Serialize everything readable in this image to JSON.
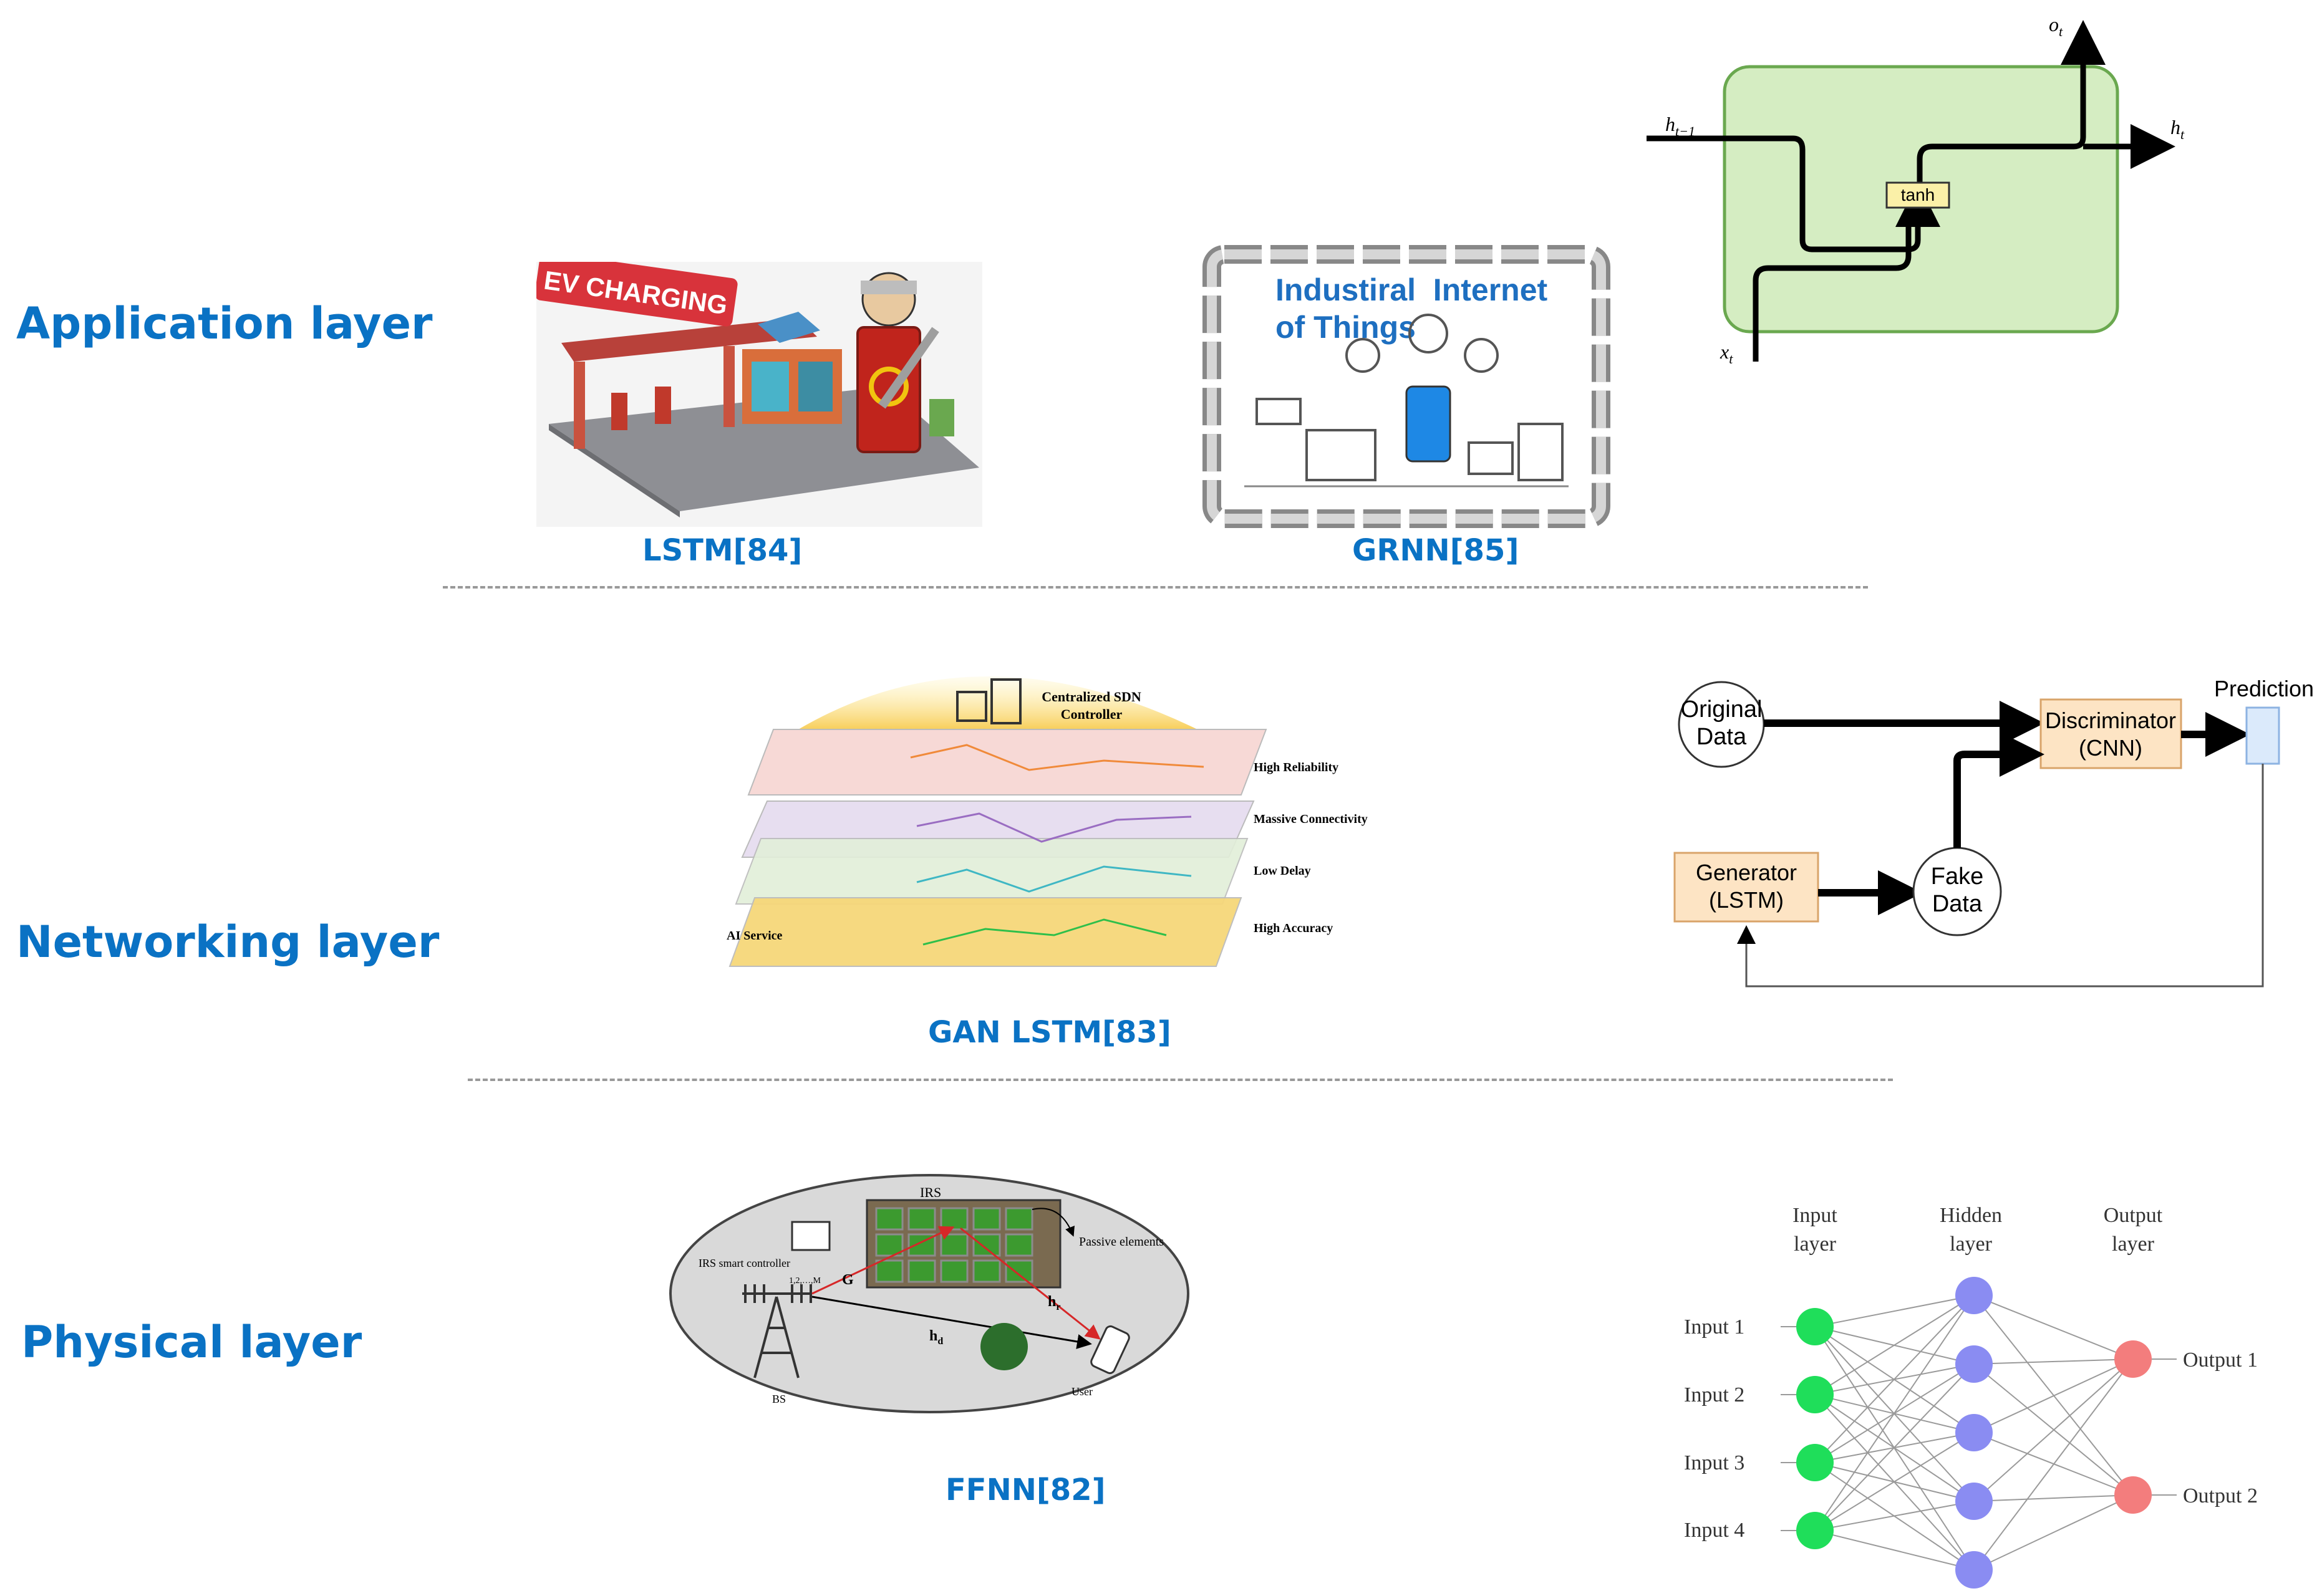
{
  "layers": {
    "application": "Application layer",
    "networking": "Networking layer",
    "physical": "Physical layer"
  },
  "captions": {
    "lstm84": "LSTM[84]",
    "grnn85": "GRNN[85]",
    "ganlstm83": "GAN LSTM[83]",
    "ffnn82": "FFNN[82]"
  },
  "ev_illustration": {
    "sign": "EV CHARGING"
  },
  "iiot": {
    "title_line1": "Industiral  Internet",
    "title_line2": "of Things"
  },
  "rnn_cell": {
    "h_prev": "h",
    "h_prev_sub": "t−1",
    "h_out": "h",
    "h_out_sub": "t",
    "o_out": "o",
    "o_out_sub": "t",
    "x_in": "x",
    "x_in_sub": "t",
    "gate": "tanh"
  },
  "sdn": {
    "controller": "Centralized SDN Controller",
    "planes": [
      "High Reliability",
      "Massive Connectivity",
      "Low Delay",
      "High Accuracy"
    ],
    "service": "AI Service"
  },
  "gan": {
    "original": "Original Data",
    "discriminator": "Discriminator (CNN)",
    "prediction": "Prediction",
    "generator": "Generator (LSTM)",
    "fake": "Fake Data"
  },
  "irs": {
    "irs": "IRS",
    "passive": "Passive elements",
    "controller": "IRS smart controller",
    "elements": "1,2,…,M",
    "g": "G",
    "hr": "h",
    "hr_sub": "r",
    "hd": "h",
    "hd_sub": "d",
    "bs": "BS",
    "user": "User"
  },
  "nn": {
    "col_input": "Input layer",
    "col_hidden": "Hidden layer",
    "col_output": "Output layer",
    "inputs": [
      "Input 1",
      "Input 2",
      "Input 3",
      "Input 4"
    ],
    "outputs": [
      "Output 1",
      "Output 2"
    ],
    "colors": {
      "input": "#1fde5a",
      "hidden": "#8a8cf2",
      "output": "#f37d7d"
    }
  }
}
